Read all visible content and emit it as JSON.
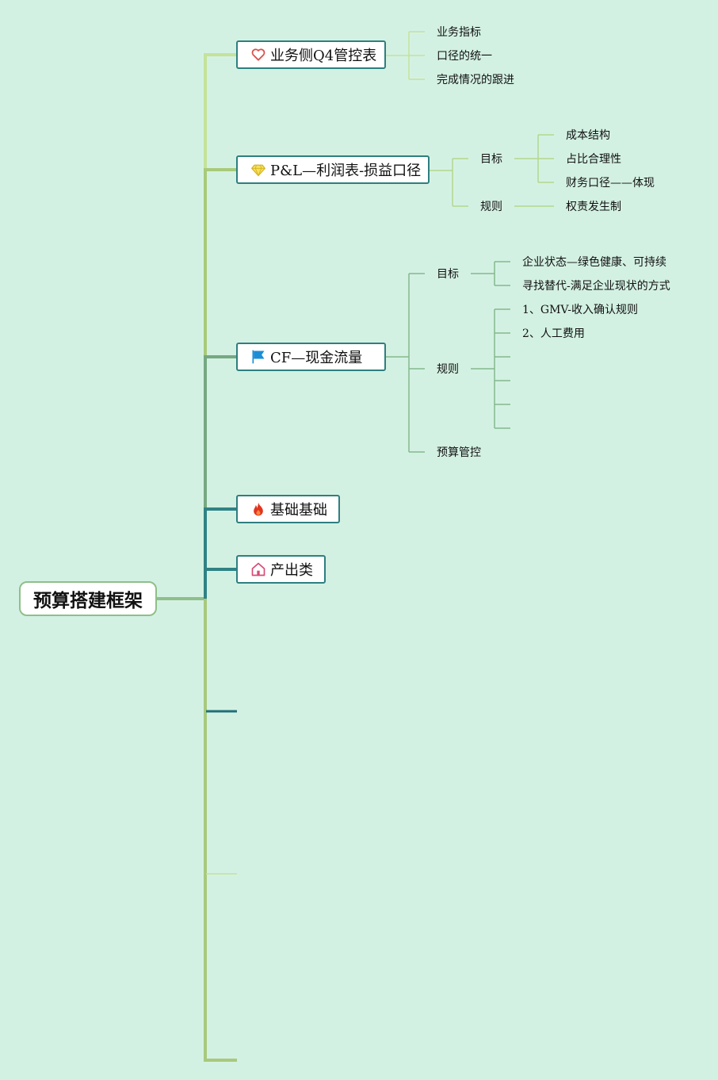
{
  "root": {
    "label": "预算搭建框架"
  },
  "topics": [
    {
      "label": "业务侧Q4管控表",
      "icon": "heart-icon",
      "children": [
        "业务指标",
        "口径的统一",
        "完成情况的跟进"
      ]
    },
    {
      "label": "P&L—利润表-损益口径",
      "icon": "diamond-icon",
      "groups": [
        {
          "label": "目标",
          "children": [
            "成本结构",
            "占比合理性",
            "财务口径——体现"
          ]
        },
        {
          "label": "规则",
          "children": [
            "权责发生制"
          ]
        }
      ]
    },
    {
      "label": "CF—现金流量",
      "icon": "flag-icon",
      "groups": [
        {
          "label": "目标",
          "children": [
            "企业状态—绿色健康、可持续",
            "寻找替代-满足企业现状的方式"
          ]
        },
        {
          "label": "规则",
          "children": [
            "1、GMV-收入确认规则",
            "2、人工费用"
          ]
        },
        {
          "label": "预算管控",
          "children": []
        }
      ]
    },
    {
      "label": "基础基础",
      "icon": "fire-icon"
    },
    {
      "label": "产出类",
      "icon": "home-icon"
    }
  ],
  "colors": {
    "background": "#d3f1e3",
    "topic_border": "#2e7f80",
    "root_border": "#8fbf8a",
    "heart": "#d9534f",
    "diamond": "#f2d43b",
    "flag": "#1b8ed6",
    "fire": "#e0351f",
    "home": "#d94a76"
  }
}
